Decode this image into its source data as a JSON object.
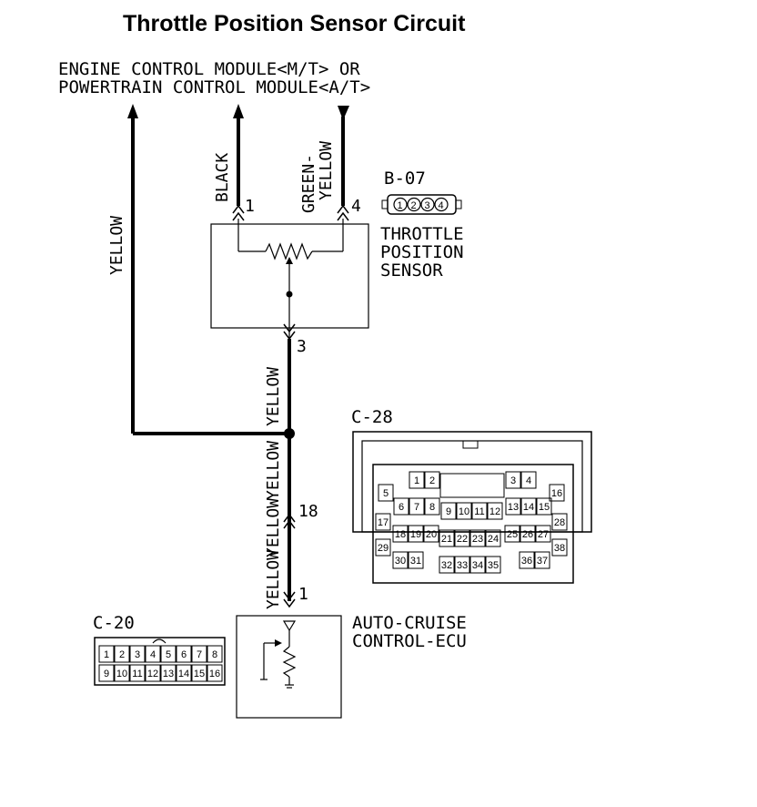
{
  "title": "Throttle Position Sensor Circuit",
  "ecm_label": {
    "line1": "ENGINE CONTROL MODULE<M/T> OR",
    "line2": "POWERTRAIN CONTROL MODULE<A/T>"
  },
  "wires": {
    "yellow": "YELLOW",
    "black": "BLACK",
    "green_yellow_1": "GREEN-",
    "green_yellow_2": "YELLOW",
    "yellow_upper": "YELLOW",
    "yellow_lower_a": "YELLOW",
    "yellow_lower_b": "YELLOW",
    "yellow_lower_c": "YELLOW"
  },
  "pins": {
    "tps_1": "1",
    "tps_4": "4",
    "tps_3": "3",
    "ecu_18": "18",
    "ecu_1": "1"
  },
  "tps": {
    "label1": "THROTTLE",
    "label2": "POSITION",
    "label3": "SENSOR",
    "connector": "B-07",
    "connector_pins": [
      "1",
      "2",
      "3",
      "4"
    ]
  },
  "ecu": {
    "label1": "AUTO-CRUISE",
    "label2": "CONTROL-ECU"
  },
  "c20": {
    "name": "C-20",
    "row1": [
      "1",
      "2",
      "3",
      "4",
      "5",
      "6",
      "7",
      "8"
    ],
    "row2": [
      "9",
      "10",
      "11",
      "12",
      "13",
      "14",
      "15",
      "16"
    ]
  },
  "c28": {
    "name": "C-28",
    "cells": [
      "1",
      "2",
      "3",
      "4",
      "5",
      "6",
      "7",
      "8",
      "9",
      "10",
      "11",
      "12",
      "13",
      "14",
      "15",
      "16",
      "17",
      "18",
      "19",
      "20",
      "21",
      "22",
      "23",
      "24",
      "25",
      "26",
      "27",
      "28",
      "29",
      "30",
      "31",
      "32",
      "33",
      "34",
      "35",
      "36",
      "37",
      "38"
    ]
  }
}
